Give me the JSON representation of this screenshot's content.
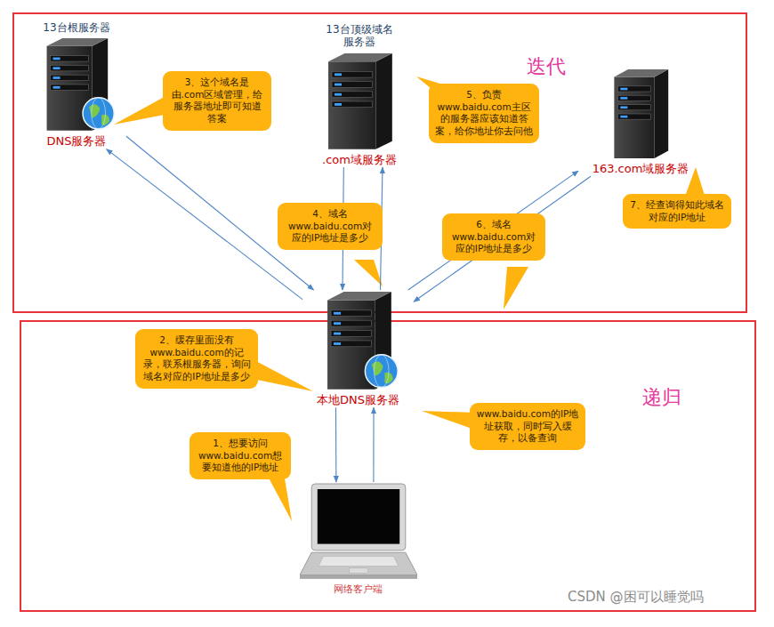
{
  "diagram": {
    "nodes": [
      {
        "text": [
          "迭代"
        ]
      },
      {
        "text": [
          "13台根服务器",
          "DNS服务器"
        ],
        "in": 0
      },
      {
        "text": [
          "3、这个域名是由.com区域管理，给服务器地址即可知道答案"
        ],
        "in": 0
      },
      {
        "text": [
          "13台顶级域名服务器",
          ".com域服务器"
        ],
        "in": 0
      },
      {
        "text": [
          "5、负责www.baidu.com主区的服务器应该知道答案，给你地址你去问他"
        ],
        "in": 0
      },
      {
        "text": [
          "163.com域服务器"
        ],
        "in": 0
      },
      {
        "text": [
          "4、域名www.baidu.com对应的IP地址是多少"
        ],
        "in": 0
      },
      {
        "text": [
          "6、域名www.baidu.com对应的IP地址是多少"
        ],
        "in": 0
      },
      {
        "text": [
          "7、经查询得知此域名对应的IP地址"
        ],
        "in": 0
      },
      {
        "text": [
          "递归"
        ]
      },
      {
        "text": [
          "本地DNS服务器"
        ],
        "in": 9
      },
      {
        "text": [
          "2、缓存里面没有www.baidu.com的记录，联系根服务器，询问域名对应的IP地址是多少"
        ],
        "in": 9
      },
      {
        "text": [
          "www.baidu.com的IP地址获取，同时写入缓存，以备查询"
        ],
        "in": 9
      },
      {
        "text": [
          "1、想要访问www.baidu.com想要知道他的IP地址"
        ],
        "in": 9
      },
      {
        "text": [
          "网络客户端"
        ],
        "in": 9
      }
    ],
    "edges": [
      {
        "from": 10,
        "to": 1,
        "arrow": "to"
      },
      {
        "from": 1,
        "to": 10,
        "arrow": "to"
      },
      {
        "from": 10,
        "to": 3,
        "arrow": "to"
      },
      {
        "from": 3,
        "to": 10,
        "arrow": "to"
      },
      {
        "from": 10,
        "to": 5,
        "arrow": "to"
      },
      {
        "from": 5,
        "to": 10,
        "arrow": "to"
      },
      {
        "from": 10,
        "to": 14,
        "arrow": "to"
      },
      {
        "from": 14,
        "to": 10,
        "arrow": "to"
      }
    ],
    "labels": [
      "CSDN @困可以睡觉吗"
    ]
  }
}
